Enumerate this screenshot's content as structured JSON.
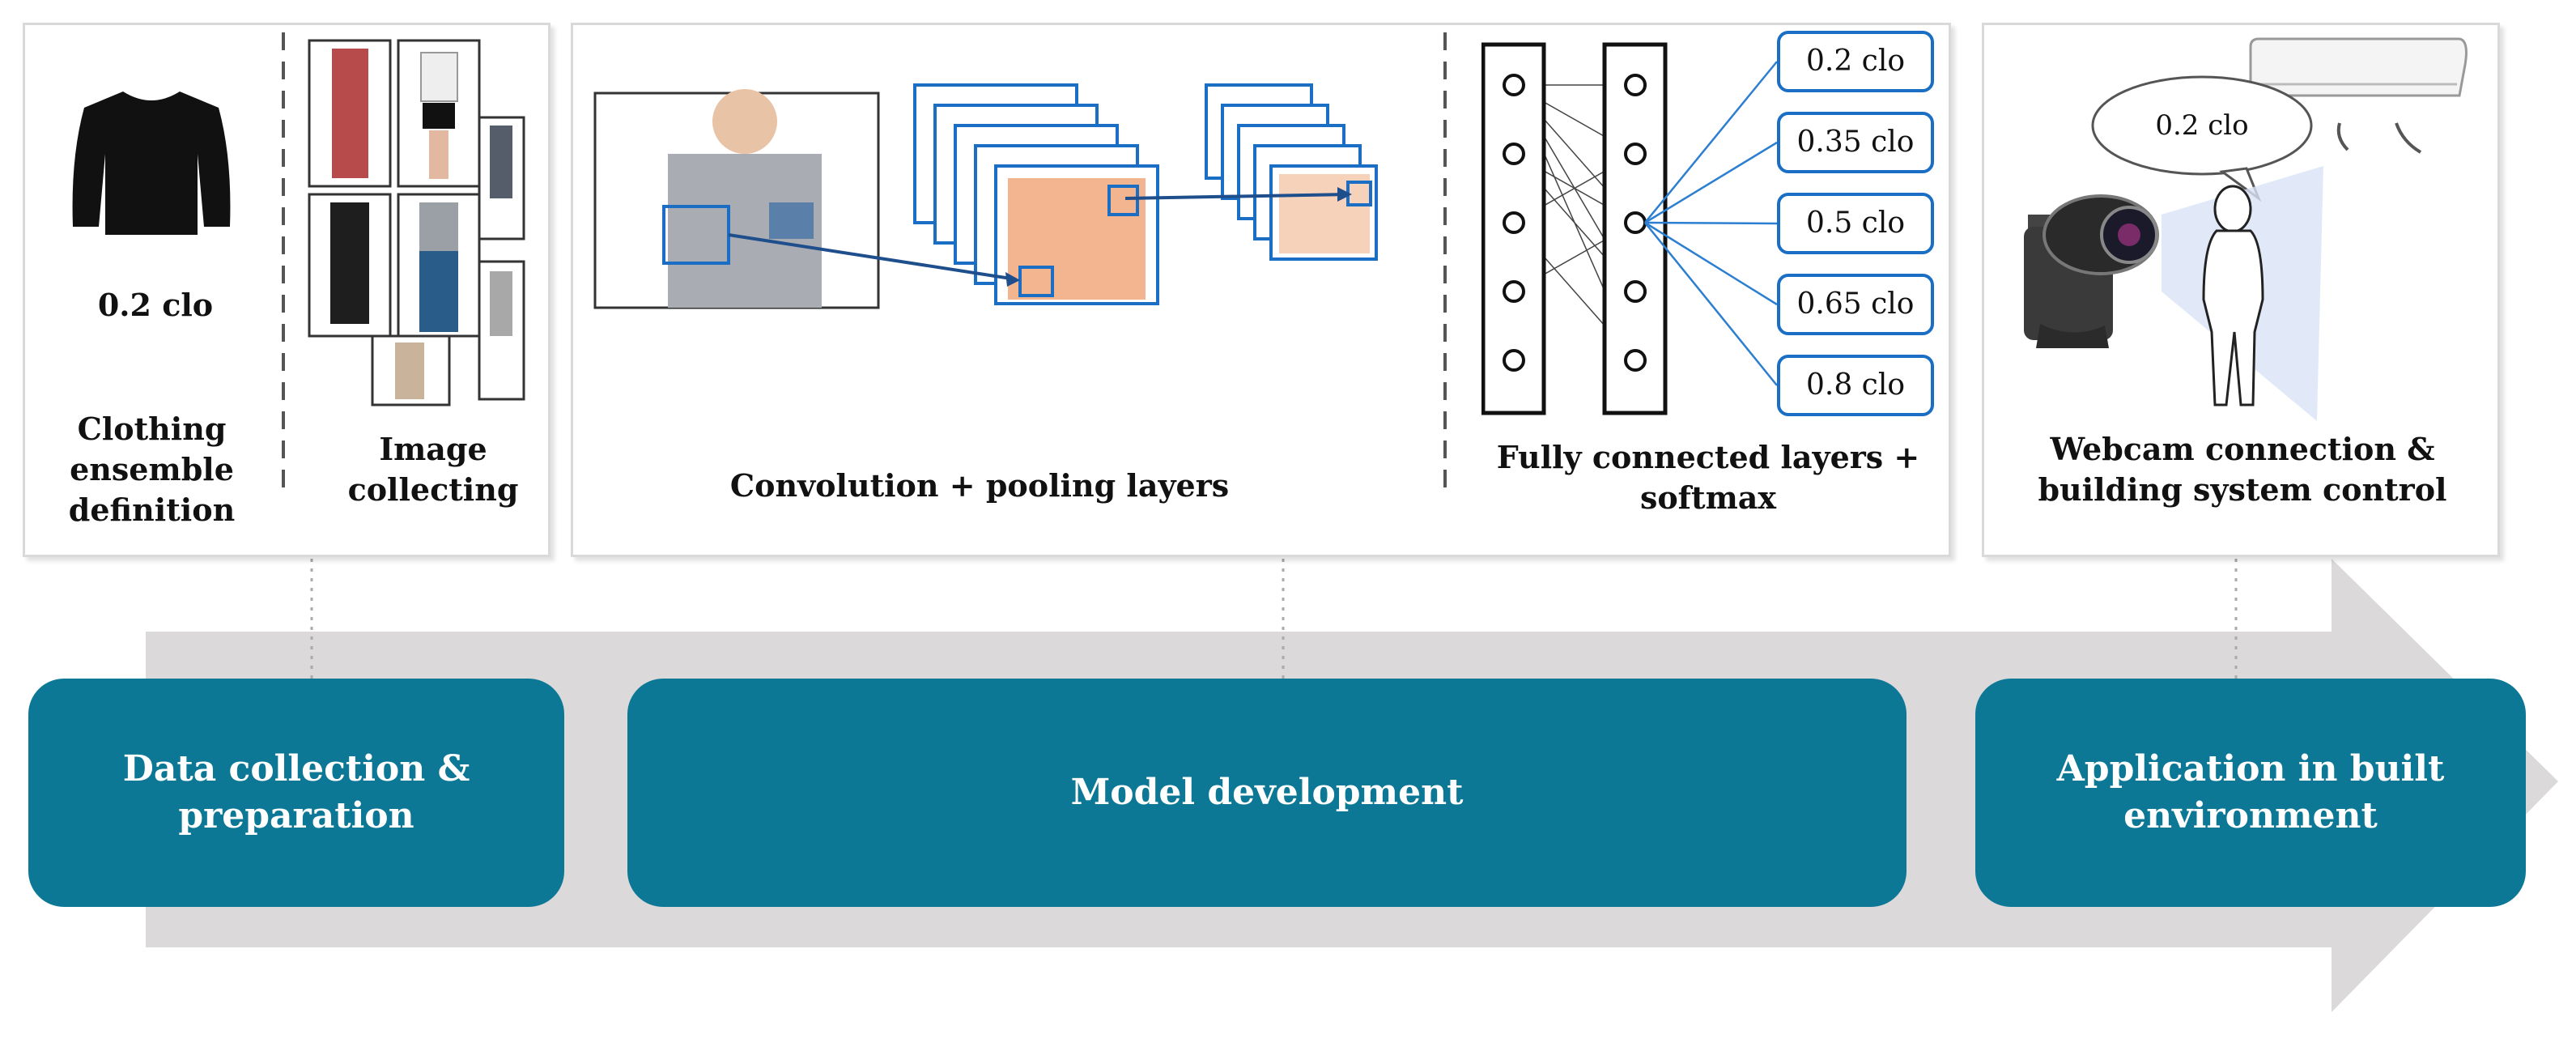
{
  "data_collection": {
    "clo_label": "0.2 clo",
    "definition_label": "Clothing\nensemble\ndefinition",
    "collecting_label": "Image\ncollecting"
  },
  "model_development": {
    "conv_label": "Convolution + pooling layers",
    "fc_label": "Fully connected layers +\nsoftmax",
    "outputs": [
      "0.2 clo",
      "0.35 clo",
      "0.5 clo",
      "0.65 clo",
      "0.8 clo"
    ]
  },
  "application": {
    "bubble_text": "0.2 clo",
    "label": "Webcam connection &\nbuilding system control"
  },
  "stages": [
    {
      "label": "Data collection &\npreparation"
    },
    {
      "label": "Model development"
    },
    {
      "label": "Application in built\nenvironment"
    }
  ],
  "colors": {
    "stage_fill": "#0c7896",
    "arrow_fill": "#dcd9da",
    "output_border": "#1a6fc4",
    "feature_map_border": "#1a6fc4"
  }
}
